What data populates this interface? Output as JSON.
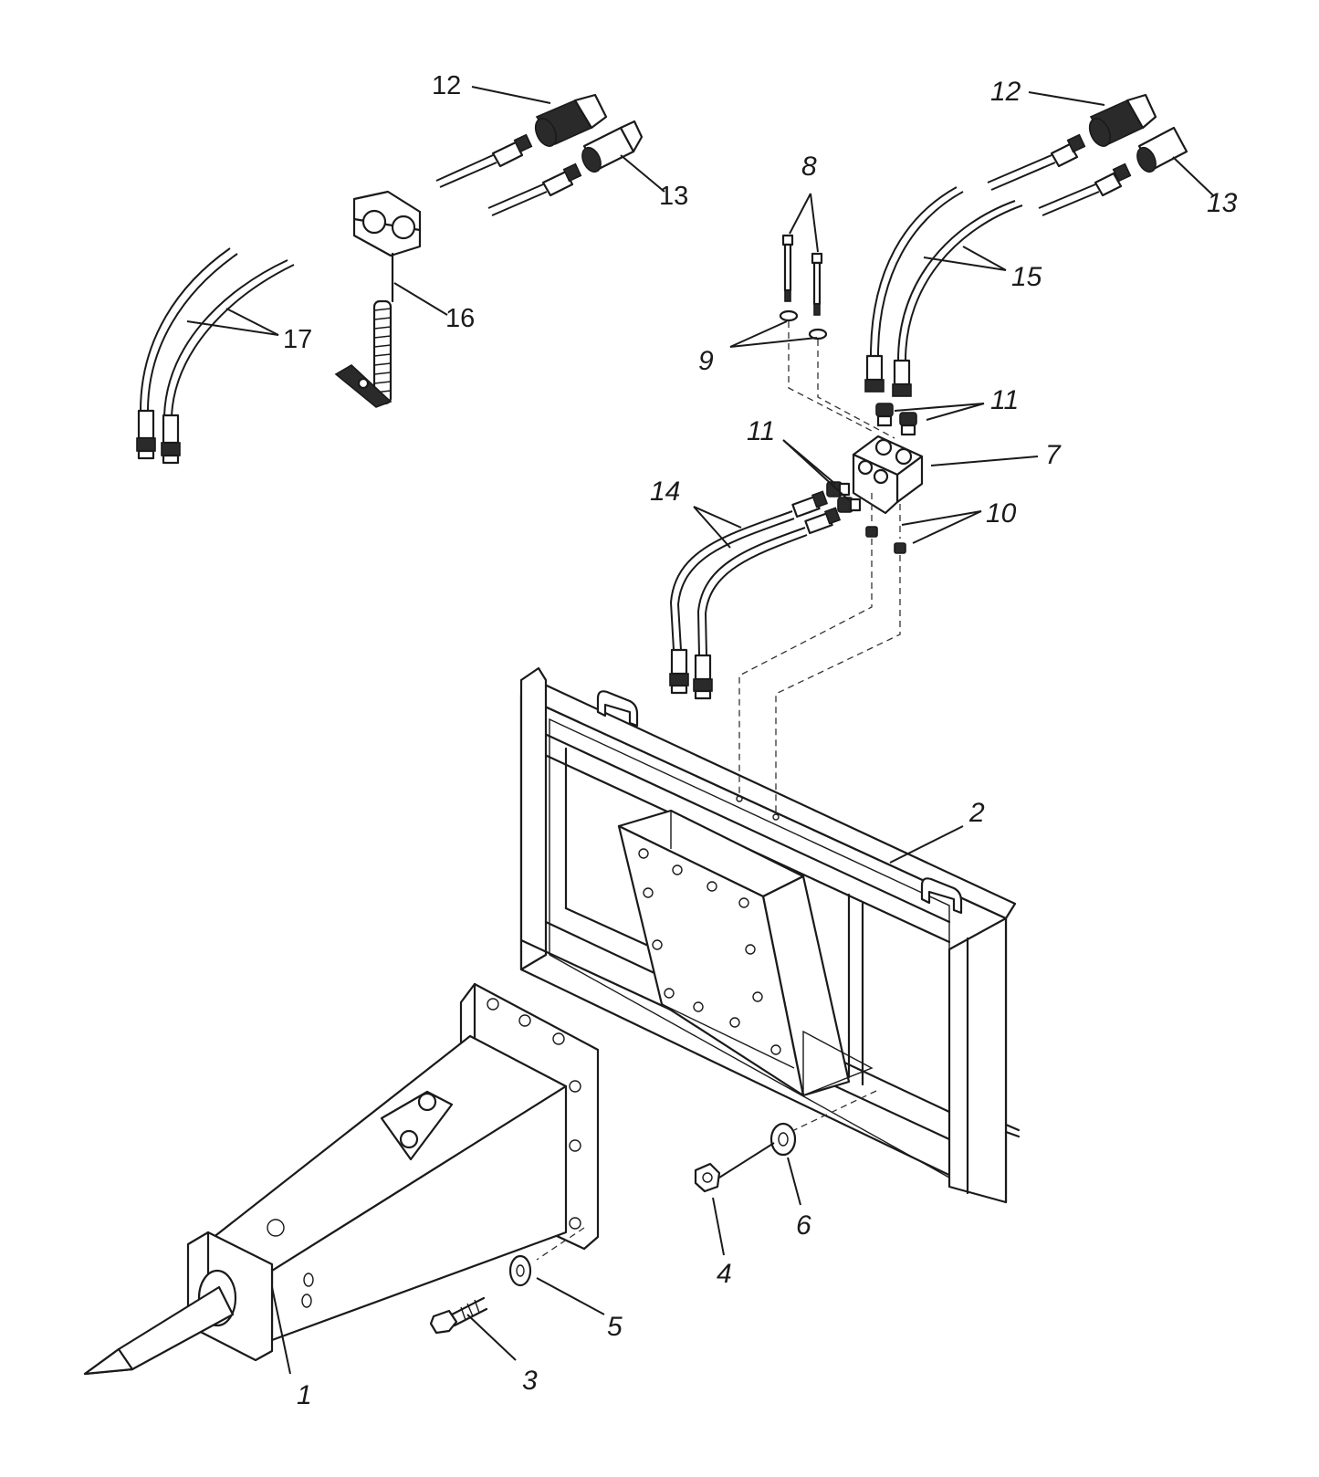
{
  "callouts": {
    "c1": "1",
    "c2": "2",
    "c3": "3",
    "c4": "4",
    "c5": "5",
    "c6": "6",
    "c7": "7",
    "c8": "8",
    "c9": "9",
    "c10": "10",
    "c11a": "11",
    "c11b": "11",
    "c12a": "12",
    "c12b": "12",
    "c13a": "13",
    "c13b": "13",
    "c14": "14",
    "c15": "15",
    "c16": "16",
    "c17": "17"
  }
}
